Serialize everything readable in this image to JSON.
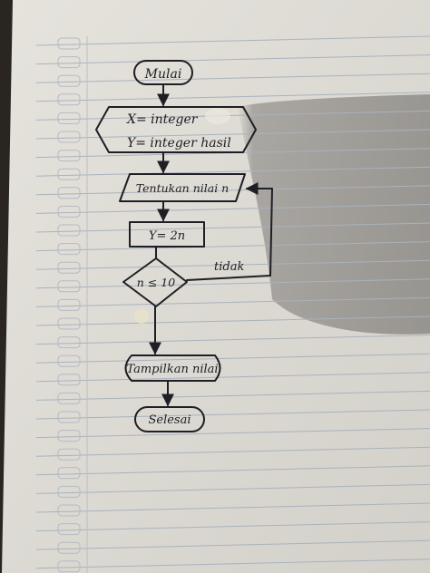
{
  "flowchart": {
    "start": "Mulai",
    "declaration": {
      "line1": "X= integer",
      "line2": "Y= integer hasil"
    },
    "input": "Tentukan nilai n",
    "process": "Y= 2n",
    "decision": "n ≤ 10",
    "loop_label": "tidak",
    "output": "Tampilkan nilai",
    "end": "Selesai"
  },
  "colors": {
    "ink": "#1e1e24",
    "paper": "#dcd9d3",
    "rule": "#a9b2bd",
    "shadow": "#6d6a66",
    "desk": "#2a2520"
  }
}
